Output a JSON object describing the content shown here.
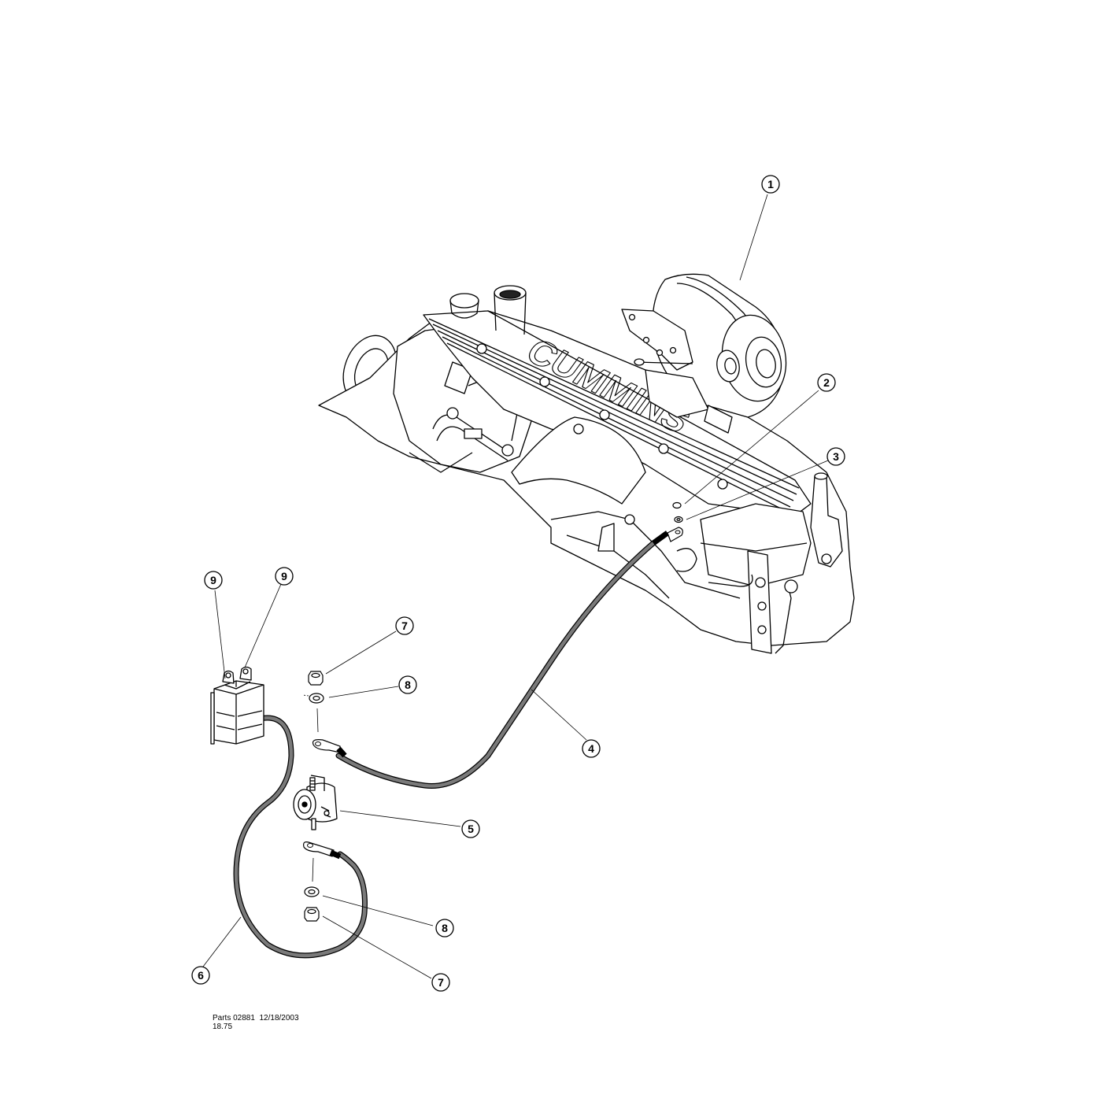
{
  "engine": {
    "brand_text": "CUMMINS"
  },
  "callouts": [
    {
      "id": "c1",
      "label": "1"
    },
    {
      "id": "c2",
      "label": "2"
    },
    {
      "id": "c3",
      "label": "3"
    },
    {
      "id": "c4",
      "label": "4"
    },
    {
      "id": "c5",
      "label": "5"
    },
    {
      "id": "c6",
      "label": "6"
    },
    {
      "id": "c7a",
      "label": "7"
    },
    {
      "id": "c7b",
      "label": "7"
    },
    {
      "id": "c8a",
      "label": "8"
    },
    {
      "id": "c8b",
      "label": "8"
    },
    {
      "id": "c9a",
      "label": "9"
    },
    {
      "id": "c9b",
      "label": "9"
    }
  ],
  "footer": {
    "line1": "Parts 02881  12/18/2003",
    "line2": "18.75"
  },
  "colors": {
    "cable": "#7a7a7a",
    "line": "#000000"
  }
}
